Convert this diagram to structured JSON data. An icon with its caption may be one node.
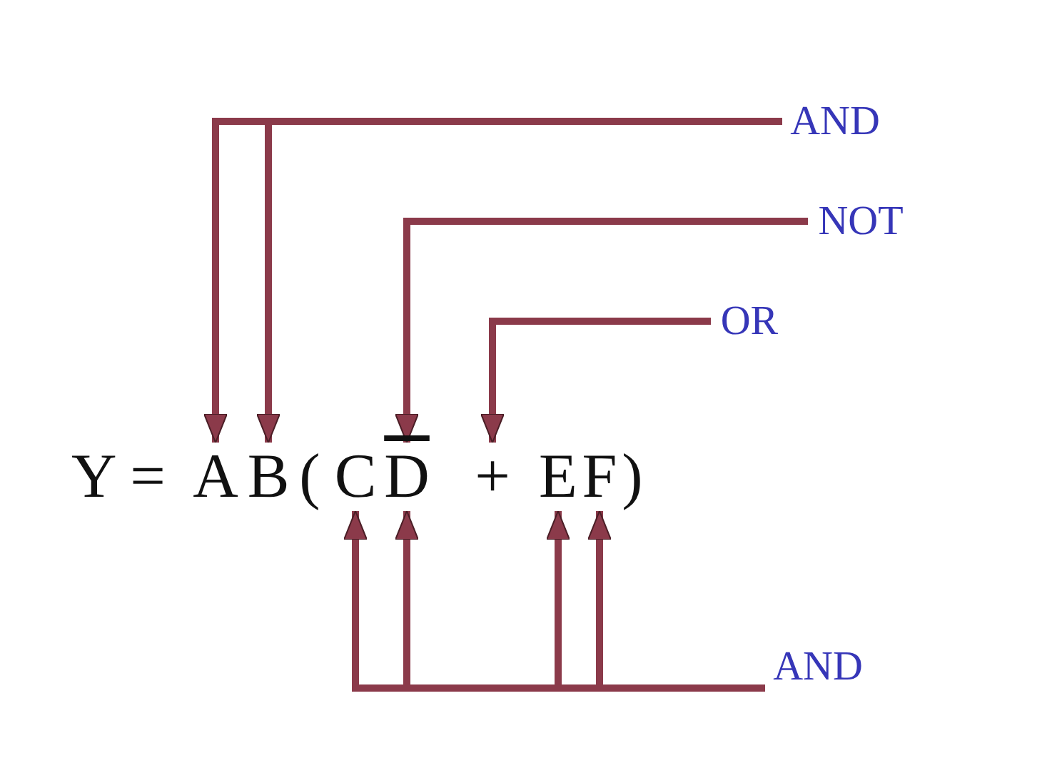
{
  "diagram": {
    "nodes": [
      {
        "text": [
          "AND"
        ]
      },
      {
        "text": [
          "NOT"
        ]
      },
      {
        "text": [
          "OR"
        ]
      },
      {
        "text": [
          "AND"
        ]
      },
      {
        "text": [
          "A"
        ]
      },
      {
        "text": [
          "B"
        ]
      },
      {
        "text": [
          "C"
        ]
      },
      {
        "text": [
          "D"
        ]
      },
      {
        "text": [
          "+"
        ]
      },
      {
        "text": [
          "E"
        ]
      },
      {
        "text": [
          "F"
        ]
      }
    ],
    "edges": [
      {
        "from": 0,
        "to": 4,
        "arrow": "to"
      },
      {
        "from": 0,
        "to": 5,
        "arrow": "to"
      },
      {
        "from": 1,
        "to": 7,
        "arrow": "to"
      },
      {
        "from": 2,
        "to": 8,
        "arrow": "to"
      },
      {
        "from": 3,
        "to": 6,
        "arrow": "to"
      },
      {
        "from": 3,
        "to": 7,
        "arrow": "to"
      },
      {
        "from": 3,
        "to": 9,
        "arrow": "to"
      },
      {
        "from": 3,
        "to": 10,
        "arrow": "to"
      }
    ],
    "labels": [
      "Y =",
      "(",
      ")"
    ]
  }
}
